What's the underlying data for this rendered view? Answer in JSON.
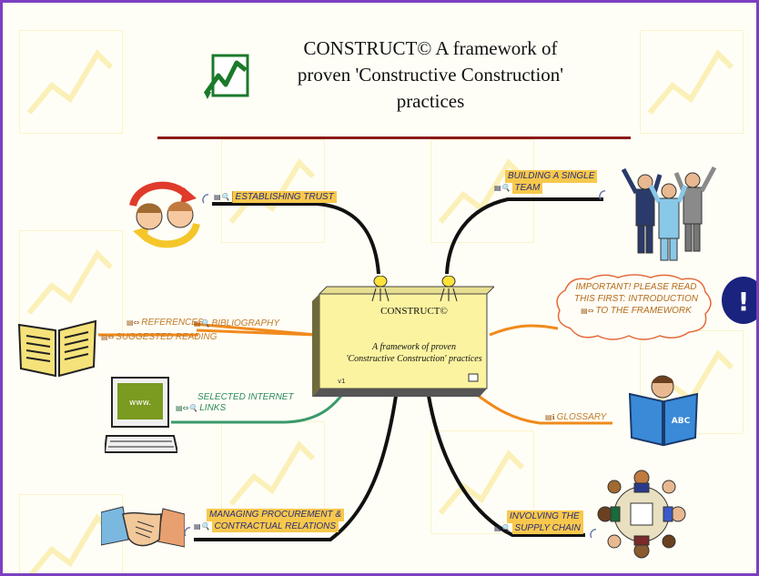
{
  "title": {
    "line1": "CONSTRUCT© A framework of",
    "line2": "proven 'Constructive Construction'",
    "line3": "practices"
  },
  "center": {
    "title": "CONSTRUCT©",
    "sub_line1": "A framework of proven",
    "sub_line2": "'Constructive Construction' practices",
    "version": "v1"
  },
  "branches": {
    "trust": "ESTABLISHING TRUST",
    "team_line1": "BUILDING A SINGLE",
    "team_line2": "TEAM",
    "important_line1": "IMPORTANT! PLEASE READ",
    "important_line2": "THIS FIRST: INTRODUCTION",
    "important_line3": "TO THE FRAMEWORK",
    "references": "REFERENCES",
    "suggested_reading": "SUGGESTED READING",
    "bibliography": "BIBLIOGRAPHY",
    "internet_line1": "SELECTED INTERNET",
    "internet_line2": "LINKS",
    "glossary": "GLOSSARY",
    "procurement_line1": "MANAGING PROCUREMENT &",
    "procurement_line2": "CONTRACTUAL RELATIONS",
    "supply_line1": "INVOLVING THE",
    "supply_line2": "SUPPLY CHAIN"
  },
  "illustrations": {
    "computer_screen_text": "www.",
    "glossary_book_text": "ABC",
    "important_mark": "!"
  },
  "colors": {
    "frame": "#7b3fc0",
    "rule": "#8b1a1a",
    "tag": "#f7c84c",
    "orange_branch": "#f08a1c",
    "green_branch": "#3a9a6a",
    "center_box": "#fbf3a0"
  }
}
